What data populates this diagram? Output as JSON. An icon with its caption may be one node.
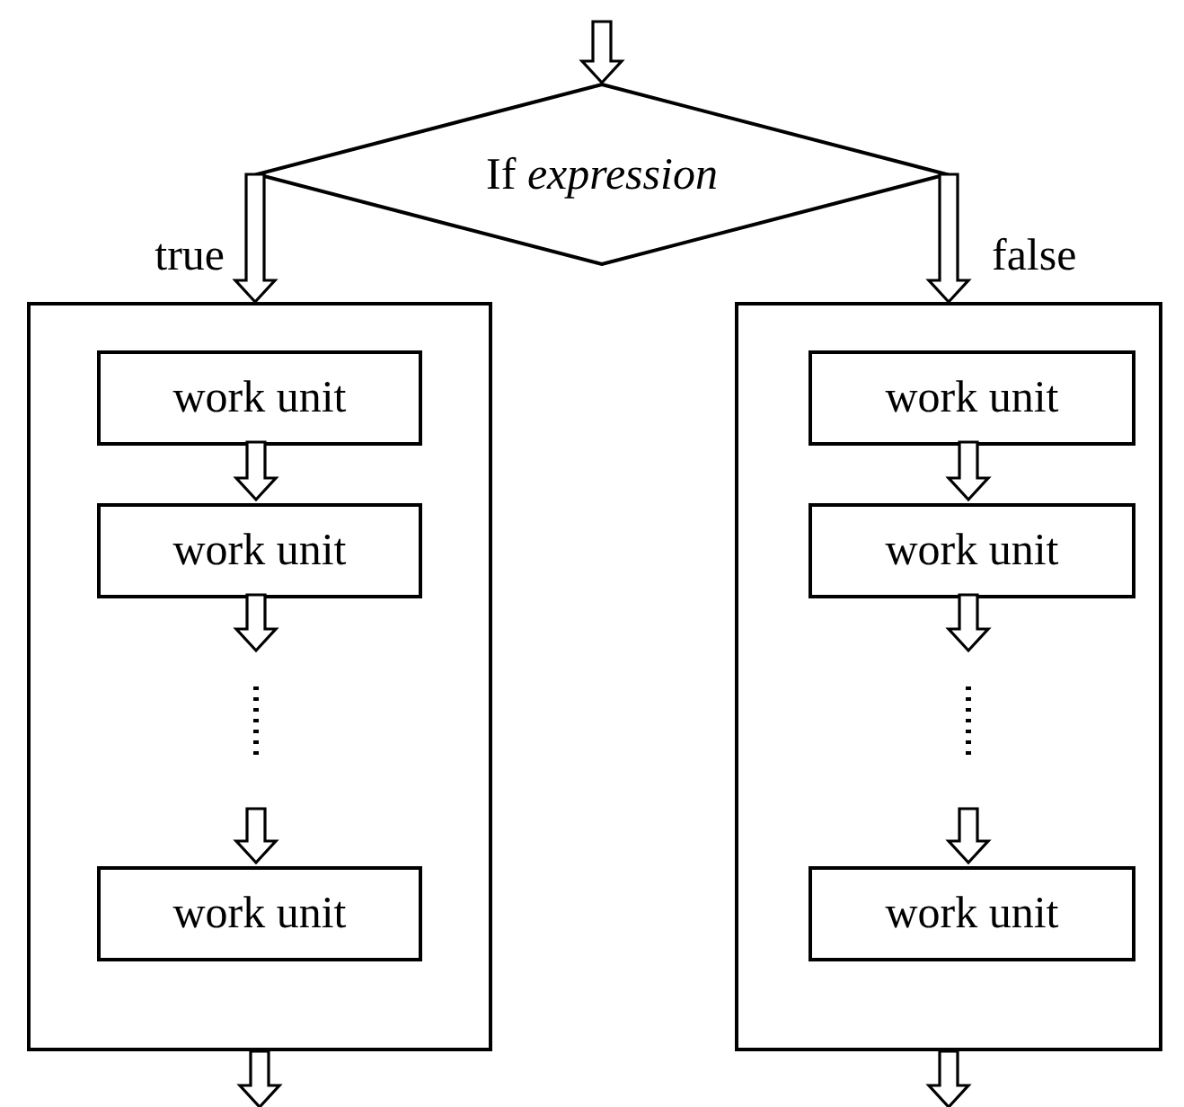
{
  "diagram": {
    "nodes": [
      {
        "text": [
          "If *expression*"
        ]
      },
      {
        "text": [],
        "shape": "box"
      },
      {
        "text": [
          "work unit"
        ],
        "in": 1
      },
      {
        "text": [
          "work unit"
        ],
        "in": 1
      },
      {
        "text": [
          "work unit"
        ],
        "in": 1
      },
      {
        "text": [],
        "shape": "box"
      },
      {
        "text": [
          "work unit"
        ],
        "in": 5
      },
      {
        "text": [
          "work unit"
        ],
        "in": 5
      },
      {
        "text": [
          "work unit"
        ],
        "in": 5
      }
    ],
    "edges": [
      {
        "from": null,
        "to": 0,
        "arrow": "to"
      },
      {
        "from": 0,
        "to": 1,
        "arrow": "to",
        "label": "true"
      },
      {
        "from": 0,
        "to": 5,
        "arrow": "to",
        "label": "false"
      },
      {
        "from": 2,
        "to": 3,
        "arrow": "to"
      },
      {
        "from": 3,
        "to": null,
        "arrow": "to"
      },
      {
        "from": null,
        "to": 4,
        "arrow": "to"
      },
      {
        "from": 6,
        "to": 7,
        "arrow": "to"
      },
      {
        "from": 7,
        "to": null,
        "arrow": "to"
      },
      {
        "from": null,
        "to": 8,
        "arrow": "to"
      },
      {
        "from": 1,
        "to": null,
        "arrow": "to"
      },
      {
        "from": 5,
        "to": null,
        "arrow": "to"
      }
    ]
  }
}
